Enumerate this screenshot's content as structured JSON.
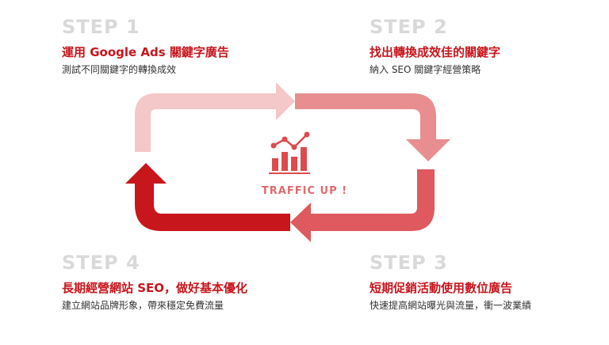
{
  "steps": [
    {
      "label": "STEP 1",
      "title": "運用 Google Ads 關鍵字廣告",
      "desc": "測試不同關鍵字的轉換成效"
    },
    {
      "label": "STEP 2",
      "title": "找出轉換成效佳的關鍵字",
      "desc": "納入 SEO 關鍵字經營策略"
    },
    {
      "label": "STEP 3",
      "title": "短期促銷活動使用數位廣告",
      "desc": "快速提高網站曝光與流量，衝一波業績"
    },
    {
      "label": "STEP 4",
      "title": "長期經營網站 SEO，做好基本優化",
      "desc": "建立網站品牌形象，帶來穩定免費流量"
    }
  ],
  "center": {
    "caption": "TRAFFIC UP !",
    "icon": "chart-trend-up-icon"
  },
  "colors": {
    "step_label": "#d9d9d9",
    "title": "#c8161d",
    "arrow_top": "#f4c7c8",
    "arrow_right": "#e88e90",
    "arrow_bottom": "#df5a5e",
    "arrow_left": "#c8161d",
    "icon": "#dc4a4e"
  }
}
